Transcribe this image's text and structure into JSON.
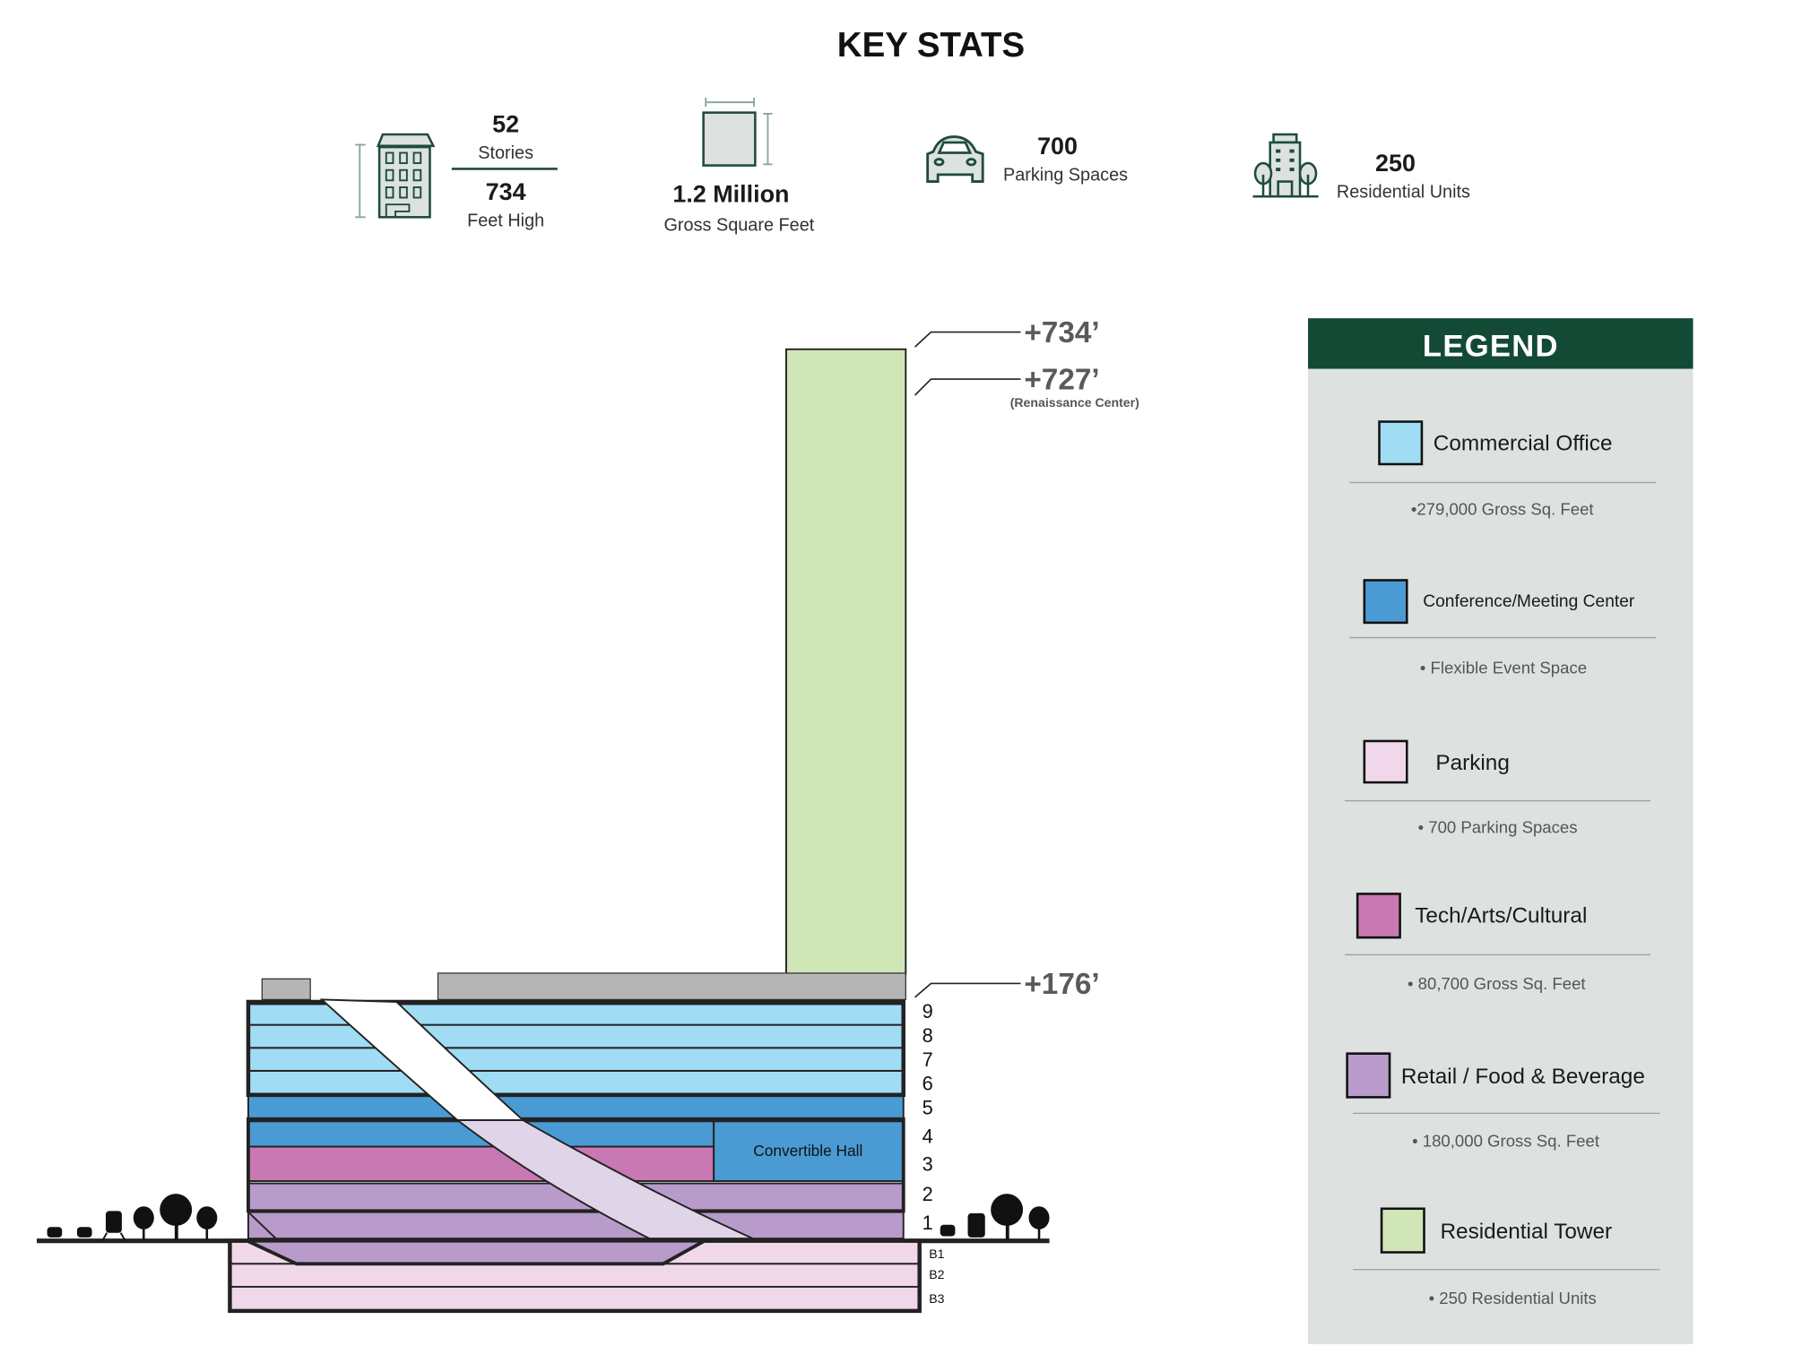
{
  "title": "KEY STATS",
  "stats": {
    "stories_value": "52",
    "stories_label": "Stories",
    "height_value": "734",
    "height_label": "Feet High",
    "area_value": "1.2 Million",
    "area_label": "Gross Square Feet",
    "parking_value": "700",
    "parking_label": "Parking Spaces",
    "units_value": "250",
    "units_label": "Residential Units",
    "icons": [
      "building-icon",
      "floor-area-icon",
      "car-icon",
      "residential-building-icon"
    ]
  },
  "section": {
    "elevations": {
      "top": "+734’",
      "ren_cen": "+727’",
      "ren_cen_note": "(Renaissance Center)",
      "podium": "+176’"
    },
    "floors": [
      "9",
      "8",
      "7",
      "6",
      "5",
      "4",
      "3",
      "2",
      "1"
    ],
    "basements": [
      "B1",
      "B2",
      "B3"
    ],
    "convertible_hall": "Convertible Hall"
  },
  "legend": {
    "title": "LEGEND",
    "items": [
      {
        "label": "Commercial Office",
        "detail": "•279,000 Gross Sq. Feet",
        "color": "#a0dcf4"
      },
      {
        "label": "Conference/Meeting Center",
        "detail": "• Flexible Event Space",
        "color": "#4a9bd4"
      },
      {
        "label": "Parking",
        "detail": "• 700 Parking Spaces",
        "color": "#f0d8ea"
      },
      {
        "label": "Tech/Arts/Cultural",
        "detail": "• 80,700 Gross Sq. Feet",
        "color": "#c878b2"
      },
      {
        "label": "Retail / Food & Beverage",
        "detail": "• 180,000 Gross Sq. Feet",
        "color": "#b89bca"
      },
      {
        "label": "Residential Tower",
        "detail": "• 250 Residential Units",
        "color": "#d1e6b7"
      }
    ]
  },
  "colors": {
    "brand_green": "#134a35",
    "legend_bg": "#dde2e0",
    "roof_gray": "#b4b5b4",
    "ramp": "#e0d5e8"
  }
}
